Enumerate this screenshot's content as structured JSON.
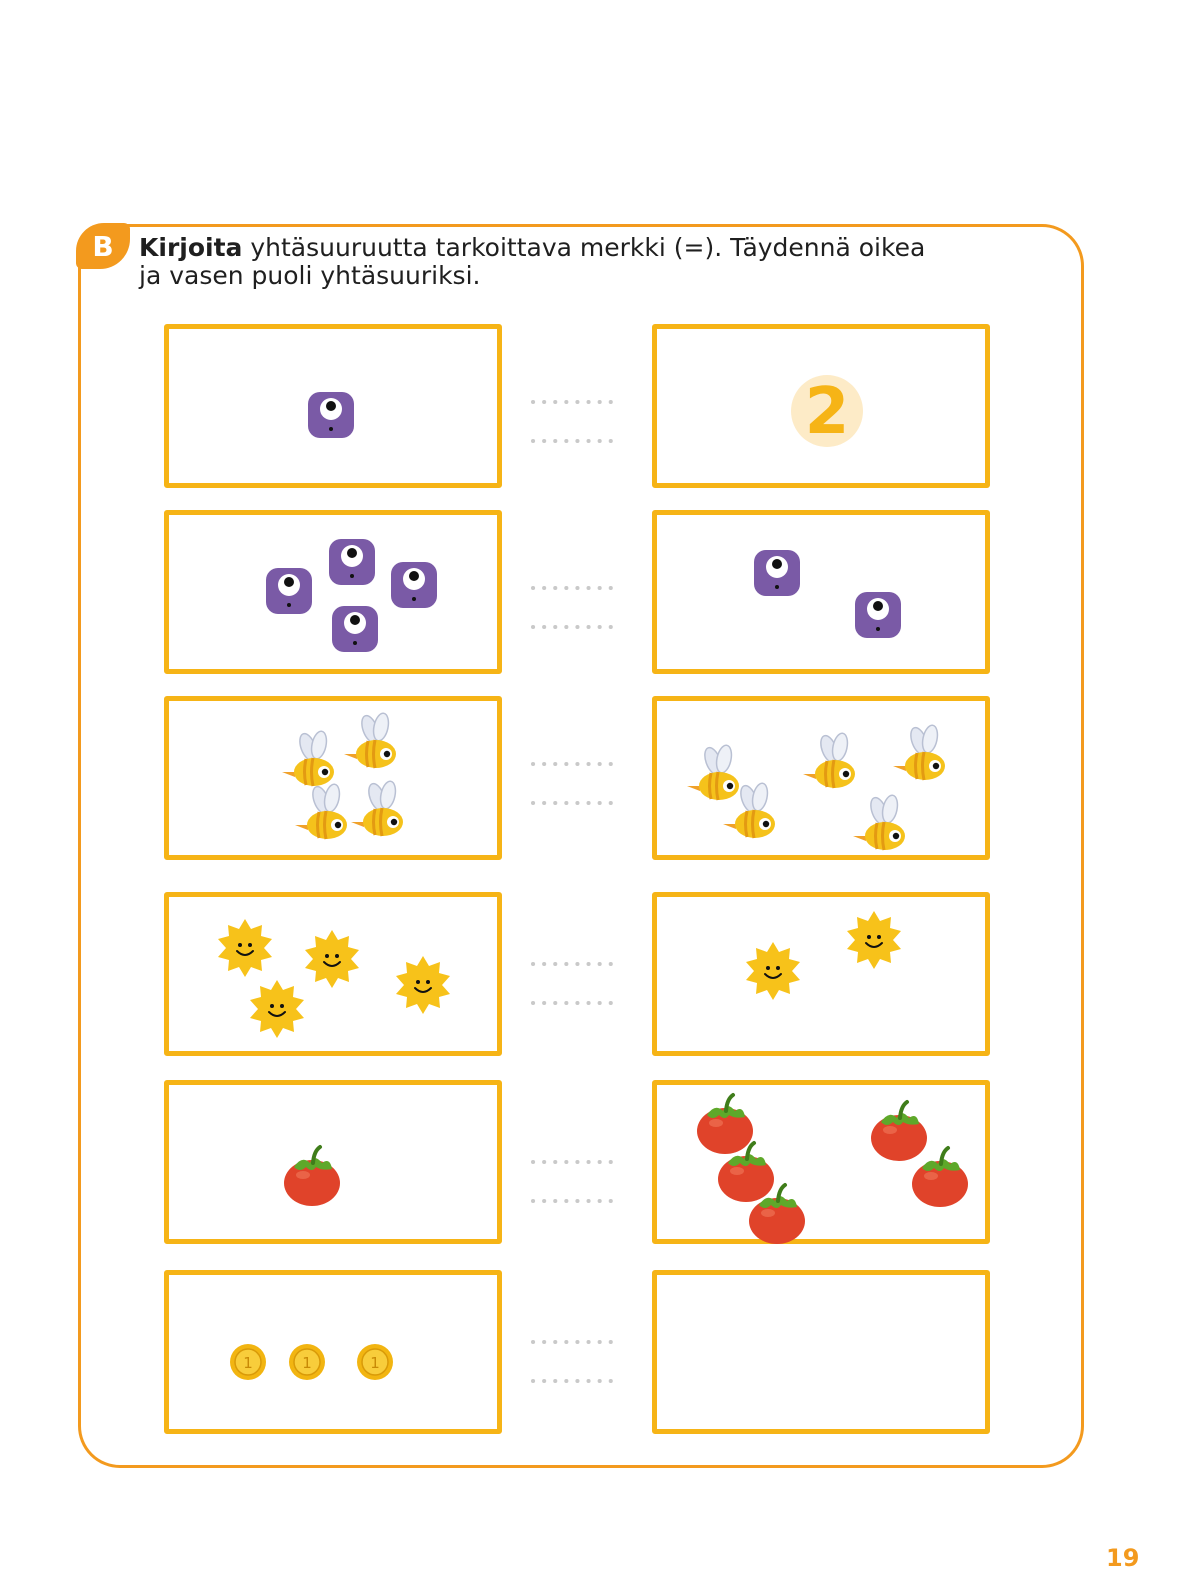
{
  "exercise": {
    "label": "B",
    "instruction_bold": "Kirjoita",
    "instruction_line1": " yhtäsuuruutta tarkoittava merkki (=). Täydennä oikea",
    "instruction_line2": "ja vasen puoli yhtäsuuriksi."
  },
  "rows": [
    {
      "left": {
        "item": "monster",
        "count": 1
      },
      "right": {
        "item": "numeral",
        "value": "2"
      }
    },
    {
      "left": {
        "item": "monster",
        "count": 4
      },
      "right": {
        "item": "monster",
        "count": 2
      }
    },
    {
      "left": {
        "item": "bee",
        "count": 4
      },
      "right": {
        "item": "bee",
        "count": 5
      }
    },
    {
      "left": {
        "item": "sun",
        "count": 4
      },
      "right": {
        "item": "sun",
        "count": 2
      }
    },
    {
      "left": {
        "item": "tomato",
        "count": 1
      },
      "right": {
        "item": "tomato",
        "count": 5
      }
    },
    {
      "left": {
        "item": "coin",
        "count": 3
      },
      "right": {
        "item": "empty",
        "count": 0
      }
    }
  ],
  "colors": {
    "frame": "#f39a1e",
    "box_border": "#f6b416",
    "monster": "#7a5aa6",
    "bee": "#f5c21b",
    "sun": "#f7c21a",
    "tomato": "#e0432a",
    "coin": "#f2b511"
  },
  "page": {
    "number": "19"
  }
}
